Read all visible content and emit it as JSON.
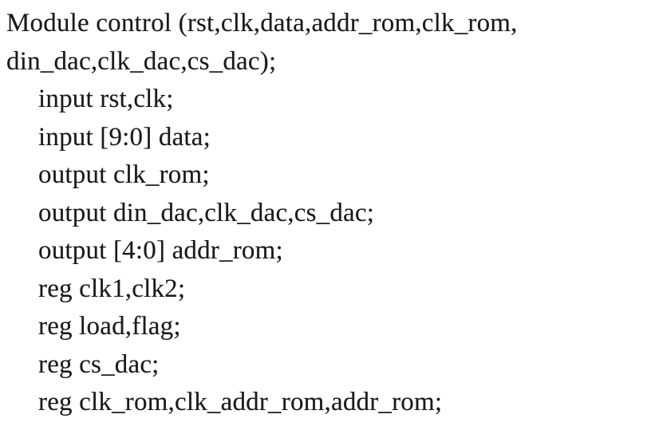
{
  "page": {
    "kind": "scanned-code-listing",
    "language": "Verilog HDL",
    "background_color": "#ffffff",
    "text_color": "#1a1a1a"
  },
  "code": {
    "lines": [
      {
        "indent": 0,
        "text": "Module control (rst,clk,data,addr_rom,clk_rom,"
      },
      {
        "indent": 0,
        "text": "din_dac,clk_dac,cs_dac);"
      },
      {
        "indent": 1,
        "text": "input rst,clk;"
      },
      {
        "indent": 1,
        "text": "input [9:0] data;"
      },
      {
        "indent": 1,
        "text": "output clk_rom;"
      },
      {
        "indent": 1,
        "text": "output din_dac,clk_dac,cs_dac;"
      },
      {
        "indent": 1,
        "text": "output [4:0] addr_rom;"
      },
      {
        "indent": 1,
        "text": "reg clk1,clk2;"
      },
      {
        "indent": 1,
        "text": "reg load,flag;"
      },
      {
        "indent": 1,
        "text": "reg cs_dac;"
      },
      {
        "indent": 1,
        "text": "reg clk_rom,clk_addr_rom,addr_rom;"
      }
    ]
  }
}
